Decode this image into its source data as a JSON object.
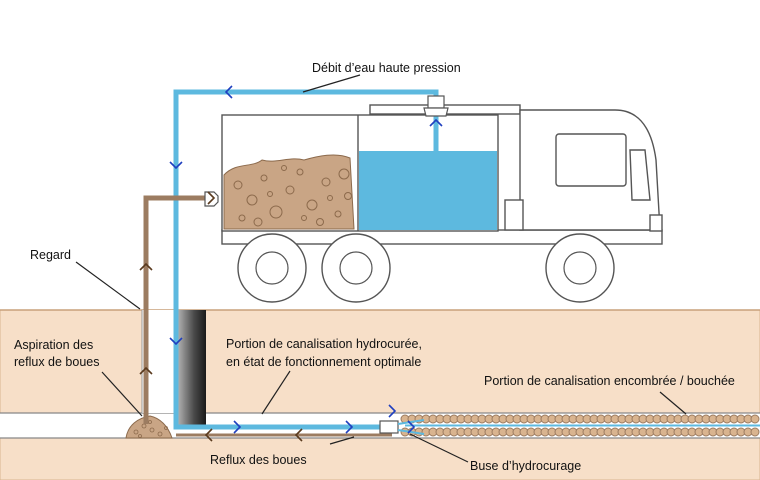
{
  "labels": {
    "high_pressure": "Débit d’eau haute pression",
    "manhole": "Regard",
    "suction_line1": "Aspiration des",
    "suction_line2": "reflux de boues",
    "clean_pipe_line1": "Portion de canalisation hydrocurée,",
    "clean_pipe_line2": "en état de fonctionnement optimale",
    "blocked_pipe": "Portion de canalisation encombrée / bouchée",
    "mud_backflow": "Reflux des boues",
    "nozzle": "Buse d’hydrocurage"
  },
  "colors": {
    "ground": "#f7dfc8",
    "ground_edge": "#d9b48f",
    "water": "#5db9df",
    "water_arrow": "#1f3fbf",
    "mud_pipe": "#9c7c61",
    "mud_arrow": "#5a3a1e",
    "sludge": "#c9a585",
    "sludge_dot": "#a8805a",
    "outline": "#555555"
  },
  "icons": [
    "truck-icon",
    "nozzle-icon",
    "arrow-icon"
  ]
}
